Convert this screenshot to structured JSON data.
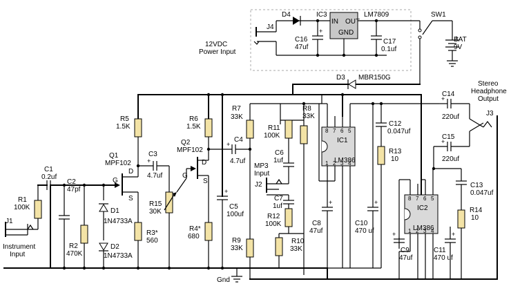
{
  "power": {
    "input_label_1": "12VDC",
    "input_label_2": "Power Input",
    "j4": "J4",
    "d4": "D4",
    "ic3": "IC3",
    "reg_part": "LM7809",
    "reg_in": "IN",
    "reg_out": "OUT",
    "reg_gnd": "GND",
    "c16": "C16",
    "c16_val": "47uf",
    "c17": "C17",
    "c17_val": "0.1uf",
    "sw1": "SW1",
    "bat": "BAT",
    "bat_val": "9V",
    "d3": "D3",
    "d3_part": "MBR150G"
  },
  "input_stage": {
    "j1": "J1",
    "j1_label_1": "Instrument",
    "j1_label_2": "Input",
    "r1": "R1",
    "r1_val": "100K",
    "c1": "C1",
    "c1_val": "0.2uf",
    "c2": "C2",
    "c2_val": "47pf",
    "r2": "R2",
    "r2_val": "470K",
    "d1": "D1",
    "d1_part": "1N4733A",
    "d2": "D2",
    "d2_part": "1N4733A",
    "q1": "Q1",
    "q1_part": "MPF102",
    "r5": "R5",
    "r5_val": "1.5K",
    "r3": "R3*",
    "r3_val": "560",
    "c3": "C3",
    "c3_val": "4.7uf",
    "r15": "R15",
    "r15_val": "30K",
    "q2": "Q2",
    "q2_part": "MPF102",
    "r6": "R6",
    "r6_val": "1.5K",
    "r4": "R4*",
    "r4_val": "680",
    "c4": "C4",
    "c4_val": "4.7uf",
    "c5": "C5",
    "c5_val": "100uf",
    "gnd": "Gnd",
    "pin_g": "G",
    "pin_d": "D",
    "pin_s": "S"
  },
  "mixer": {
    "r7": "R7",
    "r7_val": "33K",
    "r9": "R9",
    "r9_val": "33K",
    "r8": "R8",
    "r8_val": "33K",
    "r11": "R11",
    "r11_val": "100K",
    "c6": "C6",
    "c6_val": "1uf",
    "mp3_1": "MP3",
    "mp3_2": "Input",
    "j2": "J2",
    "c7": "C7",
    "c7_val": "1uf",
    "r12": "R12",
    "r12_val": "100K",
    "r10": "R10",
    "r10_val": "33K"
  },
  "amps": {
    "ic1": "IC1",
    "ic1_part": "LM386",
    "ic2": "IC2",
    "ic2_part": "LM386",
    "c8": "C8",
    "c8_val": "47uf",
    "c10": "C10",
    "c10_val": "470 uf",
    "c12": "C12",
    "c12_val": "0.047uf",
    "r13": "R13",
    "r13_val": "10",
    "c9": "C9",
    "c9_val": "47uf",
    "c11": "C11",
    "c11_val": "470 uf",
    "c13": "C13",
    "c13_val": "0.047uf",
    "r14": "R14",
    "r14_val": "10",
    "c14": "C14",
    "c14_val": "220uf",
    "c15": "C15",
    "c15_val": "220uf",
    "j3": "J3",
    "out_1": "Stereo",
    "out_2": "Headphone",
    "out_3": "Output",
    "pins_top": [
      "8",
      "7",
      "6",
      "5"
    ],
    "pins_bottom": [
      "1",
      "2",
      "3",
      "4"
    ]
  }
}
